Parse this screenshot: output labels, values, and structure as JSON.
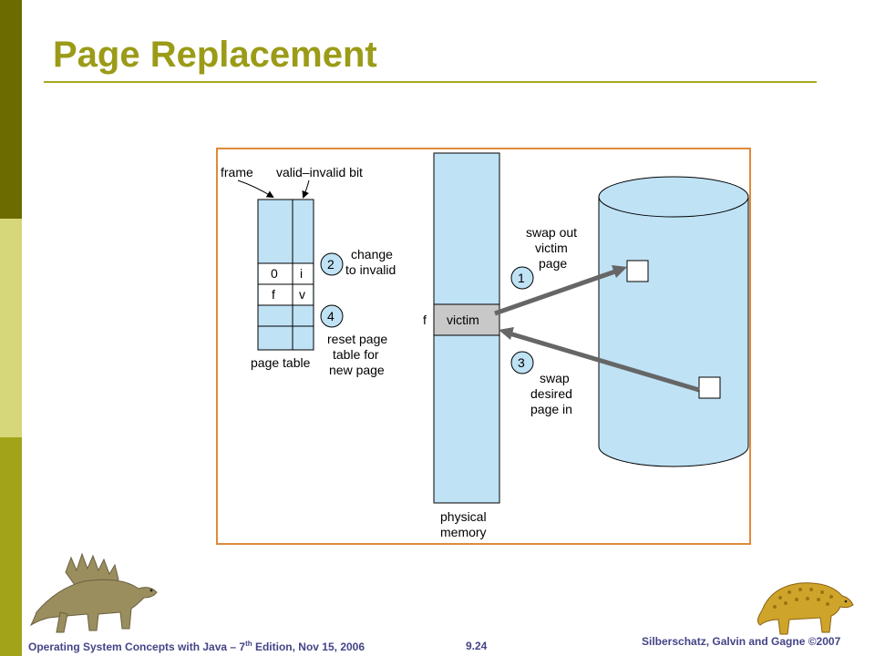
{
  "slide": {
    "title": "Page Replacement",
    "page_number": "9.24",
    "footer_left_prefix": "Operating System Concepts with Java – 7",
    "footer_left_sup": "th",
    "footer_left_suffix": " Edition, Nov 15, 2006",
    "footer_right": "Silberschatz, Galvin and Gagne ©2007"
  },
  "colors": {
    "title": "#9b9b18",
    "sidebar_dark": "#6b6b00",
    "sidebar_light": "#d6d67a",
    "sidebar_mid": "#a3a31a",
    "figure_border": "#e08a3a",
    "memory_fill": "#bfe2f5",
    "footer_text": "#444488"
  },
  "figure": {
    "label_frame": "frame",
    "label_valid_invalid": "valid–invalid bit",
    "page_table_entry_1": {
      "frame": "0",
      "bit": "i"
    },
    "page_table_entry_2": {
      "frame": "f",
      "bit": "v"
    },
    "label_page_table": "page table",
    "step_2": {
      "number": "2",
      "text": [
        "change",
        "to invalid"
      ]
    },
    "step_4": {
      "number": "4",
      "text": [
        "reset page",
        "table for",
        "new page"
      ]
    },
    "step_1": {
      "number": "1",
      "text": [
        "swap out",
        "victim",
        "page"
      ]
    },
    "step_3": {
      "number": "3",
      "text": [
        "swap",
        "desired",
        "page in"
      ]
    },
    "frame_label": "f",
    "victim_label": "victim",
    "physical_memory": [
      "physical",
      "memory"
    ]
  },
  "icons": [
    "stegosaurus-dinosaur-icon",
    "ankylosaurus-dinosaur-icon"
  ]
}
